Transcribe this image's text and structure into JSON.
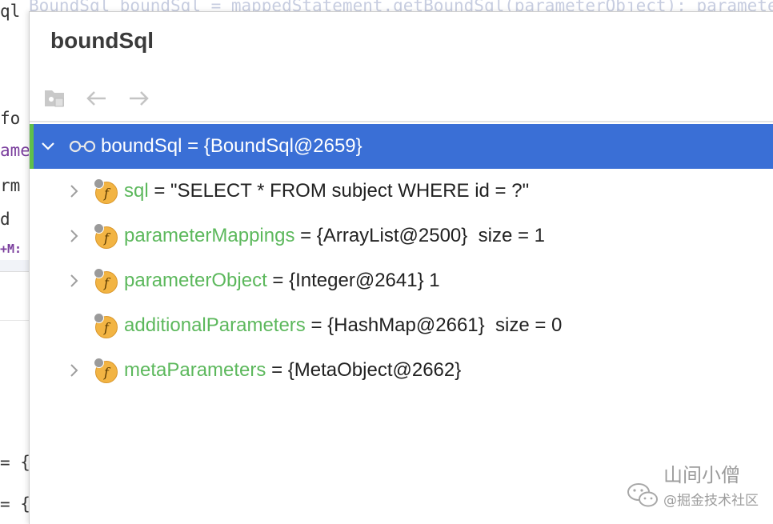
{
  "editor": {
    "lines": [
      {
        "text": "ql =",
        "purple": false
      },
      {
        "text": "fo",
        "purple": false
      },
      {
        "text": "ame",
        "purple": true
      },
      {
        "text": "rm",
        "purple": false
      },
      {
        "text": "d",
        "purple": false
      },
      {
        "text": "+M:",
        "purple": true
      },
      {
        "text": "= {",
        "purple": false
      },
      {
        "text": "= {",
        "purple": false
      }
    ],
    "top_code": "    BoundSql boundSql = mappedStatement.getBoundSql(parameterObject);  parameterMappings.getP"
  },
  "popup": {
    "title": "boundSql",
    "toolbar": {
      "icons": [
        "folder-settings-icon",
        "arrow-left-icon",
        "arrow-right-icon"
      ]
    },
    "root": {
      "name": "boundSql",
      "equals": " = ",
      "value": "{BoundSql@2659}"
    },
    "fields": [
      {
        "name": "sql",
        "value": " = \"SELECT * FROM subject WHERE id = ?\"",
        "expandable": true
      },
      {
        "name": "parameterMappings",
        "value": " = {ArrayList@2500}  size = 1",
        "expandable": true
      },
      {
        "name": "parameterObject",
        "value": " = {Integer@2641} 1",
        "expandable": true
      },
      {
        "name": "additionalParameters",
        "value": " = {HashMap@2661}  size = 0",
        "expandable": false
      },
      {
        "name": "metaParameters",
        "value": " = {MetaObject@2662}",
        "expandable": true
      }
    ],
    "field_icon_letter": "f"
  },
  "watermark": {
    "name": "山间小僧",
    "sub": "@掘金技术社区"
  },
  "colors": {
    "selection": "#3a6fd6",
    "field_name": "#5cb85c",
    "field_icon": "#f2b443"
  }
}
